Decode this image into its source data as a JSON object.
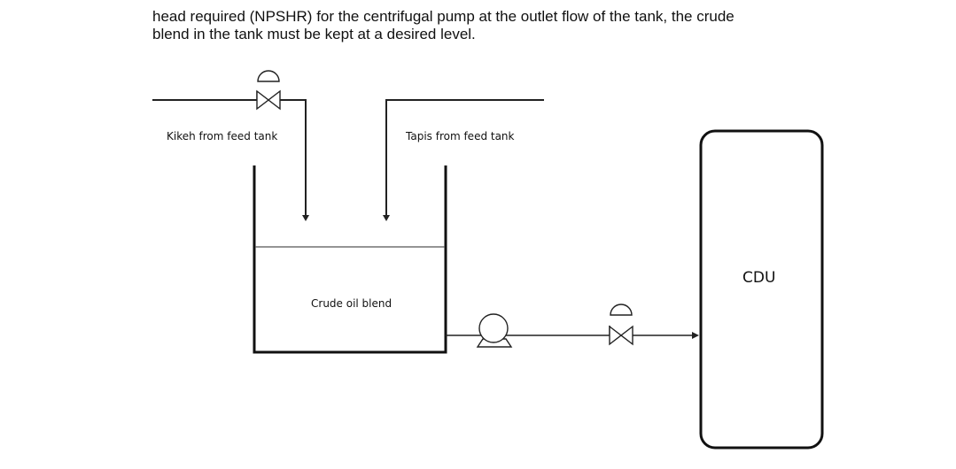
{
  "intro_text": {
    "line1": "head required (NPSHR) for the centrifugal pump at the outlet flow of the tank, the crude",
    "line2": "blend in the tank must be kept at a desired level."
  },
  "diagram": {
    "feed_kikeh_label": "Kikeh from feed tank",
    "feed_tapis_label": "Tapis from feed tank",
    "tank_label": "Crude oil blend",
    "cdu_label": "CDU",
    "icons": [
      "control-valve-icon",
      "centrifugal-pump-icon",
      "flow-arrow-icon"
    ]
  }
}
